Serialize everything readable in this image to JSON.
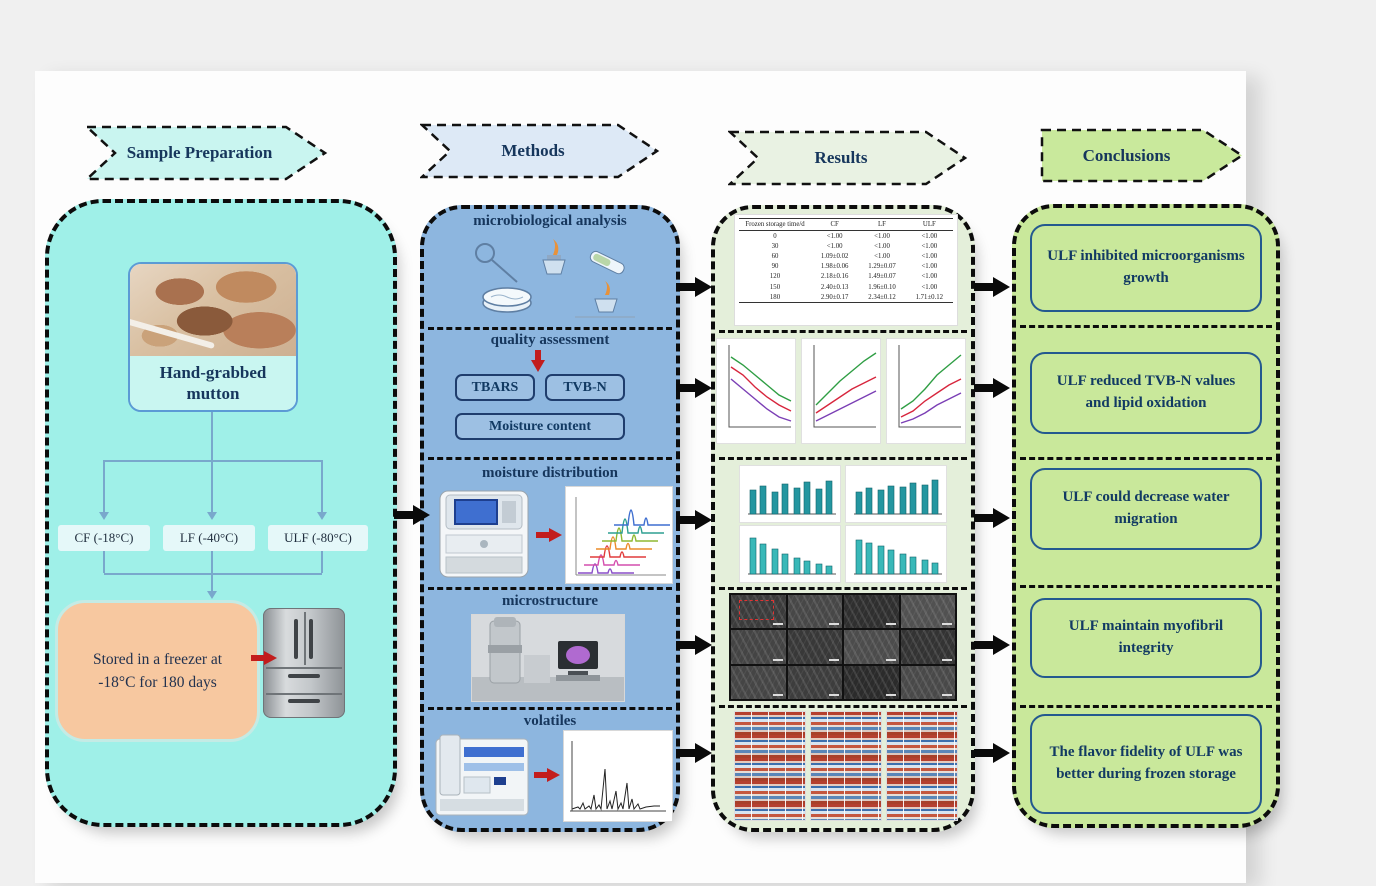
{
  "headers": {
    "col1": "Sample Preparation",
    "col2": "Methods",
    "col3": "Results",
    "col4": "Conclusions"
  },
  "sample_preparation": {
    "specimen_label": "Hand-grabbed mutton",
    "branches": [
      "CF (-18°C)",
      "LF (-40°C)",
      "ULF (-80°C)"
    ],
    "storage_note": "Stored in a freezer at -18°C for 180 days"
  },
  "methods": {
    "sections": [
      {
        "title": "microbiological analysis"
      },
      {
        "title": "quality assessment",
        "tools": [
          "TBARS",
          "TVB-N",
          "Moisture content"
        ]
      },
      {
        "title": "moisture distribution"
      },
      {
        "title": "microstructure"
      },
      {
        "title": "volatiles"
      }
    ]
  },
  "results": {
    "microbial_table": {
      "headers": [
        "Frozen storage time/d",
        "CF",
        "LF",
        "ULF"
      ],
      "rows": [
        [
          "0",
          "<1.00",
          "<1.00",
          "<1.00"
        ],
        [
          "30",
          "<1.00",
          "<1.00",
          "<1.00"
        ],
        [
          "60",
          "1.09±0.02",
          "<1.00",
          "<1.00"
        ],
        [
          "90",
          "1.98±0.06",
          "1.29±0.07",
          "<1.00"
        ],
        [
          "120",
          "2.18±0.16",
          "1.49±0.07",
          "<1.00"
        ],
        [
          "150",
          "2.40±0.13",
          "1.96±0.10",
          "<1.00"
        ],
        [
          "180",
          "2.90±0.17",
          "2.34±0.12",
          "1.71±0.12"
        ]
      ]
    }
  },
  "conclusions": {
    "items": [
      "ULF inhibited microorganisms growth",
      "ULF reduced TVB-N values and lipid oxidation",
      "ULF could decrease water migration",
      "ULF maintain myofibril integrity",
      "The flavor fidelity of ULF was better during frozen storage"
    ]
  },
  "colors": {
    "sample_prep_fill": "#9ff0e8",
    "methods_fill": "#8db6df",
    "results_fill": "#e4efda",
    "conclusions_fill": "#c9e89b",
    "accent_red": "#c21d1d",
    "heading_blue": "#16365c"
  }
}
